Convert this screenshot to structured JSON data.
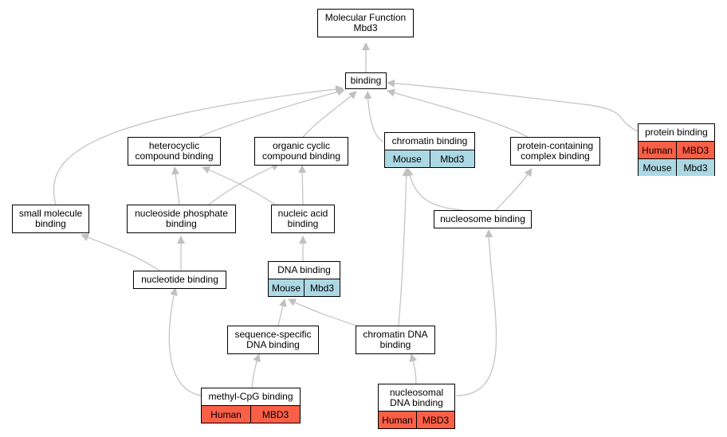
{
  "colors": {
    "human": "#fa5f47",
    "mouse": "#acd8e4",
    "edge": "#c0c0c0"
  },
  "nodes": {
    "root": {
      "label": "Molecular Function\nMbd3"
    },
    "binding": {
      "label": "binding"
    },
    "heterocyclic": {
      "label": "heterocyclic\ncompound binding"
    },
    "organic_cyclic": {
      "label": "organic cyclic\ncompound binding"
    },
    "chromatin_binding": {
      "label": "chromatin binding",
      "rows": [
        [
          "Mouse",
          "Mbd3"
        ]
      ]
    },
    "protein_complex": {
      "label": "protein-containing\ncomplex binding"
    },
    "protein_binding": {
      "label": "protein binding",
      "rows": [
        [
          "Human",
          "MBD3"
        ],
        [
          "Mouse",
          "Mbd3"
        ]
      ]
    },
    "small_molecule": {
      "label": "small molecule\nbinding"
    },
    "nucleoside_phosphate": {
      "label": "nucleoside phosphate\nbinding"
    },
    "nucleic_acid": {
      "label": "nucleic acid\nbinding"
    },
    "nucleosome": {
      "label": "nucleosome binding"
    },
    "nucleotide": {
      "label": "nucleotide binding"
    },
    "dna_binding": {
      "label": "DNA binding",
      "rows": [
        [
          "Mouse",
          "Mbd3"
        ]
      ]
    },
    "seq_specific": {
      "label": "sequence-specific\nDNA binding"
    },
    "chromatin_dna": {
      "label": "chromatin DNA\nbinding"
    },
    "methyl_cpg": {
      "label": "methyl-CpG binding",
      "rows": [
        [
          "Human",
          "MBD3"
        ]
      ]
    },
    "nucleosomal_dna": {
      "label": "nucleosomal\nDNA binding",
      "rows": [
        [
          "Human",
          "MBD3"
        ]
      ]
    }
  }
}
